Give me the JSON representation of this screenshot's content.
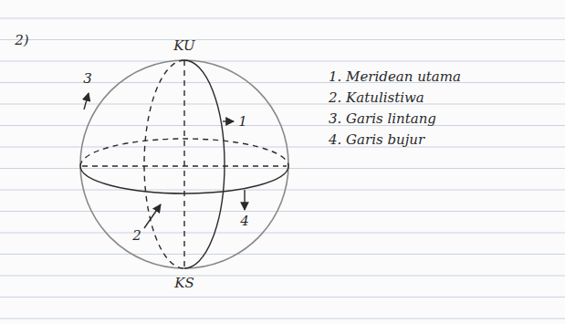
{
  "diagram": {
    "labels": [
      "2)",
      "KU",
      "3",
      "1",
      "2",
      "4",
      "KS",
      "1. Meridean utama",
      "2. Katulistiwa",
      "3. Garis lintang",
      "4. Garis bujur"
    ]
  }
}
